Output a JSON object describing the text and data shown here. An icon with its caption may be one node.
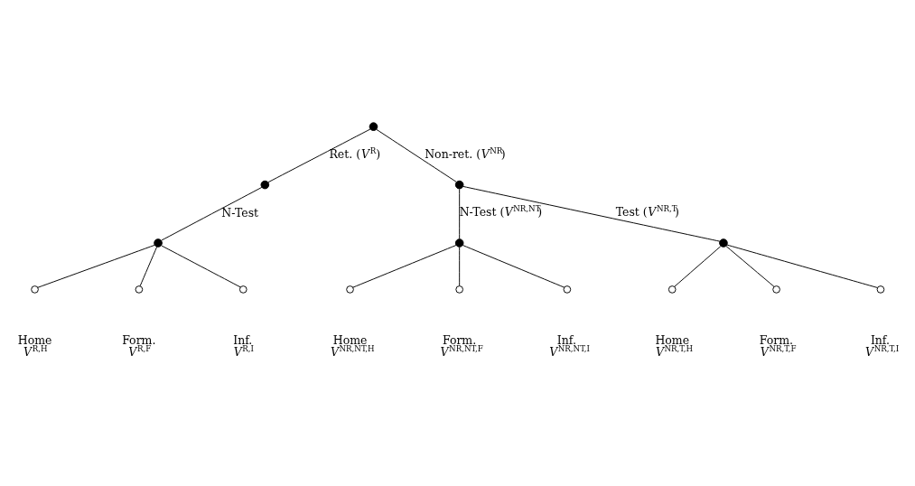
{
  "diagram": {
    "nodes": [
      {
        "text": [],
        "shape": "dot"
      },
      {
        "text": [],
        "shape": "dot"
      },
      {
        "text": [],
        "shape": "dot"
      },
      {
        "text": [],
        "shape": "dot"
      },
      {
        "text": [],
        "shape": "dot"
      },
      {
        "text": [],
        "shape": "dot"
      },
      {
        "text": [],
        "shape": "circle",
        "beside": [
          "Home",
          "*V*$^{R,H}$"
        ]
      },
      {
        "text": [],
        "shape": "circle",
        "beside": [
          "Form.",
          "*V*$^{R,F}$"
        ]
      },
      {
        "text": [],
        "shape": "circle",
        "beside": [
          "Inf.",
          "*V*$^{R,I}$"
        ]
      },
      {
        "text": [],
        "shape": "circle",
        "beside": [
          "Home",
          "*V*$^{NR,NT,H}$"
        ]
      },
      {
        "text": [],
        "shape": "circle",
        "beside": [
          "Form.",
          "*V*$^{NR,NT,F}$"
        ]
      },
      {
        "text": [],
        "shape": "circle",
        "beside": [
          "Inf.",
          "*V*$^{NR,NT,I}$"
        ]
      },
      {
        "text": [],
        "shape": "circle",
        "beside": [
          "Home",
          "*V*$^{NR,T,H}$"
        ]
      },
      {
        "text": [],
        "shape": "circle",
        "beside": [
          "Form.",
          "*V*$^{NR,T,F}$"
        ]
      },
      {
        "text": [],
        "shape": "circle",
        "beside": [
          "Inf.",
          "*V*$^{NR,T,I}$"
        ]
      }
    ],
    "edges": [
      {
        "from": 0,
        "to": 1,
        "arrow": "none",
        "label": "Ret. (*V*$^{R}$)"
      },
      {
        "from": 0,
        "to": 2,
        "arrow": "none",
        "label": "Non-ret. (*V*$^{NR}$)"
      },
      {
        "from": 1,
        "to": 3,
        "arrow": "none",
        "label": "N-Test"
      },
      {
        "from": 2,
        "to": 4,
        "arrow": "none",
        "label": "N-Test (*V*$^{NR,NT}$)"
      },
      {
        "from": 2,
        "to": 5,
        "arrow": "none",
        "label": "Test (*V*$^{NR,T}$)"
      },
      {
        "from": 3,
        "to": 6,
        "arrow": "none"
      },
      {
        "from": 3,
        "to": 7,
        "arrow": "none"
      },
      {
        "from": 3,
        "to": 8,
        "arrow": "none"
      },
      {
        "from": 4,
        "to": 9,
        "arrow": "none"
      },
      {
        "from": 4,
        "to": 10,
        "arrow": "none"
      },
      {
        "from": 4,
        "to": 11,
        "arrow": "none"
      },
      {
        "from": 5,
        "to": 12,
        "arrow": "none"
      },
      {
        "from": 5,
        "to": 13,
        "arrow": "none"
      },
      {
        "from": 5,
        "to": 14,
        "arrow": "none"
      }
    ]
  }
}
